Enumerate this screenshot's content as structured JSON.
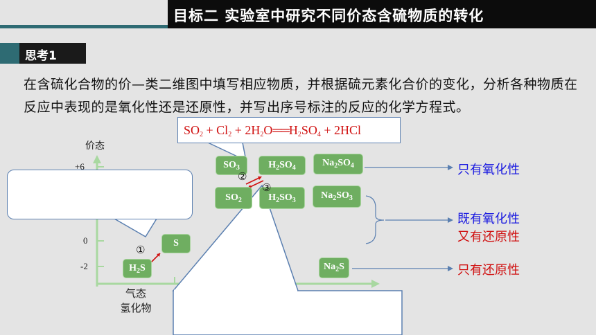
{
  "header": {
    "title": "目标二    实验室中研究不同价态含硫物质的转化"
  },
  "tag": {
    "label": "思考1"
  },
  "question": {
    "text": "在含硫化合物的价—类二维图中填写相应物质，并根据硫元素化合价的变化，分析各种物质在反应中表现的是氧化性还是还原性，并写出序号标注的反应的化学方程式。"
  },
  "diagram": {
    "y_axis_title": "价态",
    "y_ticks": [
      "+6",
      "0",
      "-2"
    ],
    "x_axis_label": "气态\n氢化物",
    "reaction_marks": [
      "①",
      "②",
      "③"
    ],
    "formula": {
      "lhs1": "SO",
      "lhs1_sub": "2",
      "plus1": " + Cl",
      "plus1_sub": "2",
      "plus2": " + 2H",
      "plus2_sub": "2",
      "o": "O",
      "rhs1": "H",
      "rhs1_sub": "2",
      "rhs1b": "SO",
      "rhs1b_sub": "4",
      "rhs2": " + 2HCl"
    },
    "substances": {
      "so3": "SO",
      "so3_sub": "3",
      "h2so4": {
        "a": "H",
        "a_sub": "2",
        "b": "SO",
        "b_sub": "4"
      },
      "na2so4": {
        "a": "Na",
        "a_sub": "2",
        "b": "SO",
        "b_sub": "4"
      },
      "so2": {
        "a": "SO",
        "a_sub": "2"
      },
      "h2so3": {
        "a": "H",
        "a_sub": "2",
        "b": "SO",
        "b_sub": "3"
      },
      "na2so3": {
        "a": "Na",
        "a_sub": "2",
        "b": "SO",
        "b_sub": "3"
      },
      "s": "S",
      "h2s": {
        "a": "H",
        "a_sub": "2",
        "b": "S"
      },
      "na2s": {
        "a": "Na",
        "a_sub": "2",
        "b": "S"
      }
    },
    "notes": {
      "only_oxidizing": "只有氧化性",
      "both_line1": "既有氧化性",
      "both_line2": "又有还原性",
      "only_reducing": "只有还原性"
    },
    "colors": {
      "blue_note": "#1a1ae0",
      "red_note": "#d01010",
      "pill_green": "#6fae61",
      "axis_green": "#a8d8a0"
    }
  }
}
